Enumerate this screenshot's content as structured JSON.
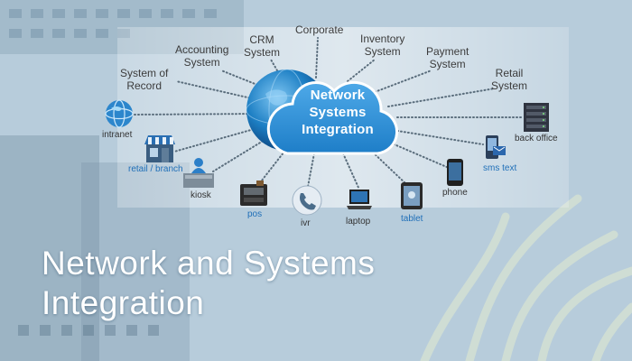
{
  "hub": {
    "lines": [
      "Network",
      "Systems",
      "Integration"
    ]
  },
  "systems": [
    {
      "id": "system-of-record",
      "lines": [
        "System of",
        "Record"
      ]
    },
    {
      "id": "accounting-system",
      "lines": [
        "Accounting",
        "System"
      ]
    },
    {
      "id": "crm-system",
      "lines": [
        "CRM",
        "System"
      ]
    },
    {
      "id": "corporate",
      "lines": [
        "Corporate"
      ]
    },
    {
      "id": "inventory-system",
      "lines": [
        "Inventory",
        "System"
      ]
    },
    {
      "id": "payment-system",
      "lines": [
        "Payment",
        "System"
      ]
    },
    {
      "id": "retail-system",
      "lines": [
        "Retail",
        "System"
      ]
    }
  ],
  "devices": [
    {
      "id": "intranet",
      "label": "intranet",
      "icon": "globe-icon",
      "label_color": "dark"
    },
    {
      "id": "retail-branch",
      "label": "retail / branch",
      "icon": "storefront-icon",
      "label_color": "blue"
    },
    {
      "id": "kiosk",
      "label": "kiosk",
      "icon": "kiosk-icon",
      "label_color": "dark"
    },
    {
      "id": "pos",
      "label": "pos",
      "icon": "pos-terminal-icon",
      "label_color": "blue"
    },
    {
      "id": "ivr",
      "label": "ivr",
      "icon": "telephone-icon",
      "label_color": "dark"
    },
    {
      "id": "laptop",
      "label": "laptop",
      "icon": "laptop-icon",
      "label_color": "dark"
    },
    {
      "id": "tablet",
      "label": "tablet",
      "icon": "tablet-icon",
      "label_color": "blue"
    },
    {
      "id": "phone",
      "label": "phone",
      "icon": "smartphone-icon",
      "label_color": "dark"
    },
    {
      "id": "sms-text",
      "label": "sms text",
      "icon": "sms-phone-icon",
      "label_color": "blue"
    },
    {
      "id": "back-office",
      "label": "back office",
      "icon": "server-icon",
      "label_color": "dark"
    }
  ],
  "headline": {
    "lines": [
      "Network and Systems",
      "Integration"
    ]
  },
  "colors": {
    "hub_blue": "#1d7fc4",
    "cloud_blue": "#2a8fd6",
    "connector": "#5a6d7c",
    "label_blue": "#1f6fb8",
    "label_dark": "#333333",
    "headline": "#ffffff"
  }
}
